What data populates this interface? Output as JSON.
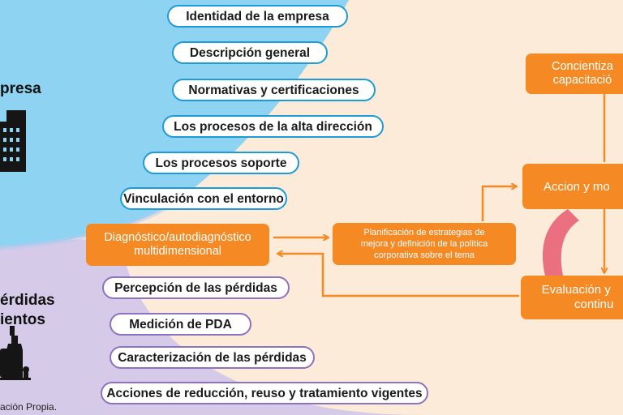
{
  "section_empresa": {
    "title": "presa"
  },
  "section_perdidas": {
    "title_line1": "érdidas",
    "title_line2": "ientos"
  },
  "blue_pills": [
    "Identidad de la empresa",
    "Descripción general",
    "Normativas y certificaciones",
    "Los procesos de la alta dirección",
    "Los procesos soporte",
    "Vinculación con el entorno"
  ],
  "diagnostico": {
    "line1": "Diagnóstico/autodiagnóstico",
    "line2": "multidimensional"
  },
  "purple_pills": [
    "Percepción de las pérdidas",
    "Medición de PDA",
    "Caracterización de las pérdidas",
    "Acciones de reducción, reuso y tratamiento vigentes"
  ],
  "planificacion": {
    "line1": "Planificación de estrategias de",
    "line2": "mejora y definición de la política",
    "line3": "corporativa sobre el tema"
  },
  "concientizacion": {
    "line1": "Concientiza",
    "line2": "capacitació"
  },
  "accion": {
    "label": "Accion y mo"
  },
  "evaluacion": {
    "line1": "Evaluación y",
    "line2": "continu"
  },
  "footnote": "ación Propia.",
  "colors": {
    "background": "#fcebd9",
    "blue_region": "#8ed3f2",
    "purple_region": "#d5cbe8",
    "orange": "#f58a24",
    "blue_border": "#1c9bd6",
    "purple_border": "#8d72bf",
    "pink_arrow": "#e85a6e"
  },
  "icons": [
    "building-icon",
    "bottles-icon"
  ]
}
